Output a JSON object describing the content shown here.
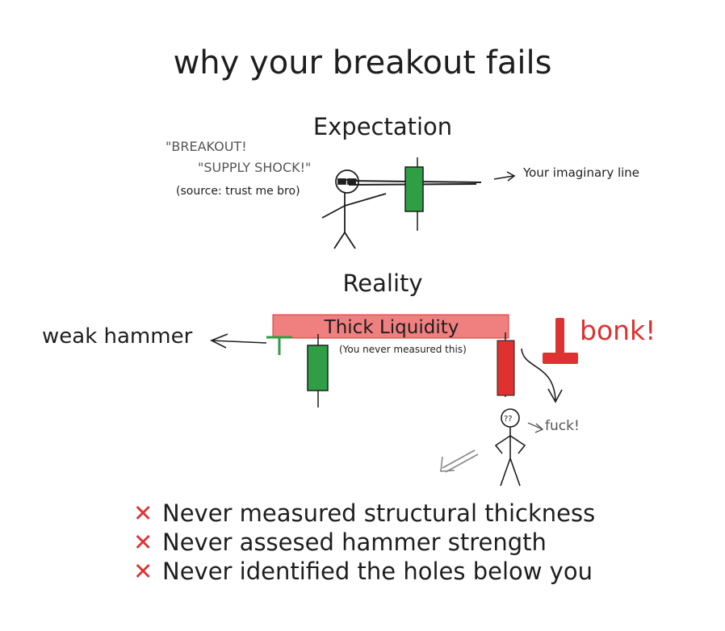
{
  "title": "why your breakout fails",
  "expectation": {
    "heading": "Expectation",
    "quote_line1": "\"BREAKOUT!",
    "quote_line2": "\"SUPPLY SHOCK!\"",
    "source": "(source: trust me bro)",
    "line_label": "Your imaginary line"
  },
  "reality": {
    "heading": "Reality",
    "weak_hammer": "weak hammer",
    "thick_liquidity": "Thick Liquidity",
    "never_measured": "(You never measured this)",
    "bonk": "bonk!",
    "fuck": "fuck!",
    "confused_face": "??"
  },
  "failures": [
    {
      "mark": "✕",
      "text": "Never measured structural thickness"
    },
    {
      "mark": "✕",
      "text": "Never assesed hammer strength"
    },
    {
      "mark": "✕",
      "text": "Never identified the holes below you"
    }
  ],
  "colors": {
    "green_candle": "#2f9e44",
    "red_candle": "#e03131",
    "liquidity_band": "#f08080",
    "ink": "#1e1e1e"
  }
}
